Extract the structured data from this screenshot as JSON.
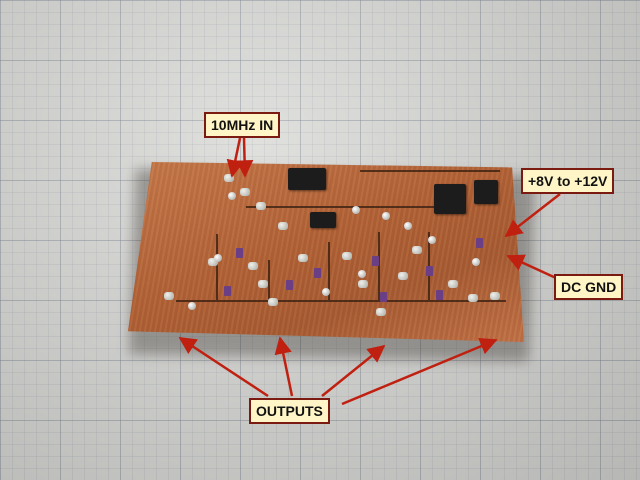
{
  "labels": {
    "input": "10MHz IN",
    "power": "+8V to +12V",
    "ground": "DC GND",
    "outputs": "OUTPUTS"
  },
  "colors": {
    "arrow": "#c02010",
    "callout_fill": "#fff5c6",
    "callout_border": "#7a1a10",
    "copper": "#b06035",
    "grid_paper": "#d9d9d6"
  }
}
